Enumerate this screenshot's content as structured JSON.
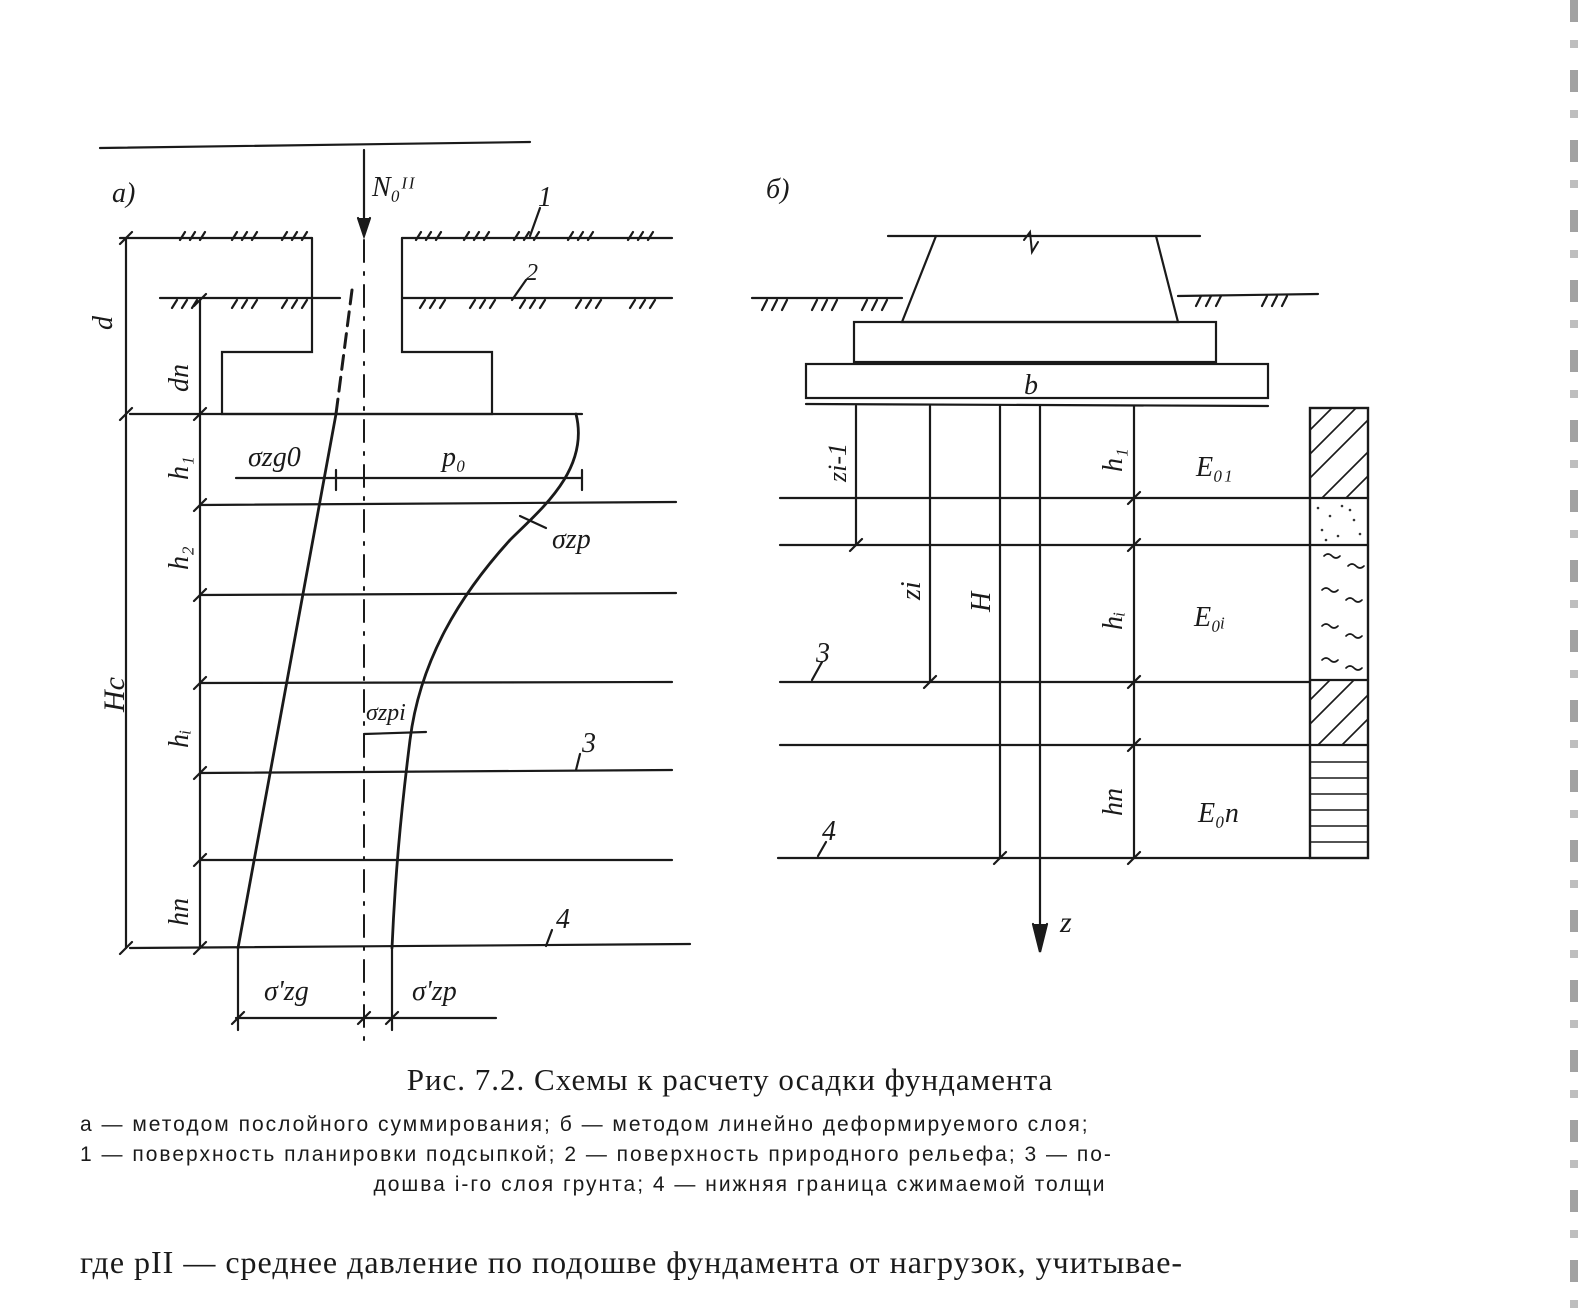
{
  "figure": {
    "part_a": {
      "panel_label": "а)",
      "load_label": "N₀ᴵᴵ",
      "dim_d": "d",
      "dim_dn": "dп",
      "dim_Hc": "Hc",
      "layer_labels": [
        "h₁",
        "h₂",
        "hᵢ",
        "hп"
      ],
      "sigma_zg0": "σzg0",
      "p0": "p₀",
      "sigma_zp": "σzp",
      "sigma_zpi": "σzpi",
      "sigma_zg_bottom": "σ'zg",
      "sigma_zp_bottom": "σ'zp",
      "markers": [
        "1",
        "2",
        "3",
        "4"
      ]
    },
    "part_b": {
      "panel_label": "б)",
      "width_label": "b",
      "z_im1": "zi-1",
      "z_i": "zi",
      "H": "H",
      "layer_labels": [
        "h₁",
        "hᵢ",
        "hп"
      ],
      "moduli": [
        "E₀₁",
        "E₀ᵢ",
        "E₀п"
      ],
      "axis_z": "z",
      "markers": [
        "3",
        "4"
      ]
    }
  },
  "caption": {
    "title": "Рис. 7.2. Схемы к расчету осадки фундамента",
    "legend_line1": "а — методом послойного суммирования; б — методом линейно деформируемого слоя;",
    "legend_line2": "1 — поверхность планировки подсыпкой; 2 — поверхность природного рельефа; 3 — по-",
    "legend_line3": "дошва i-го слоя грунта; 4 — нижняя граница сжимаемой толщи"
  },
  "body": {
    "text": "где pII — среднее давление по подошве фундамента от нагрузок, учитывае-"
  }
}
